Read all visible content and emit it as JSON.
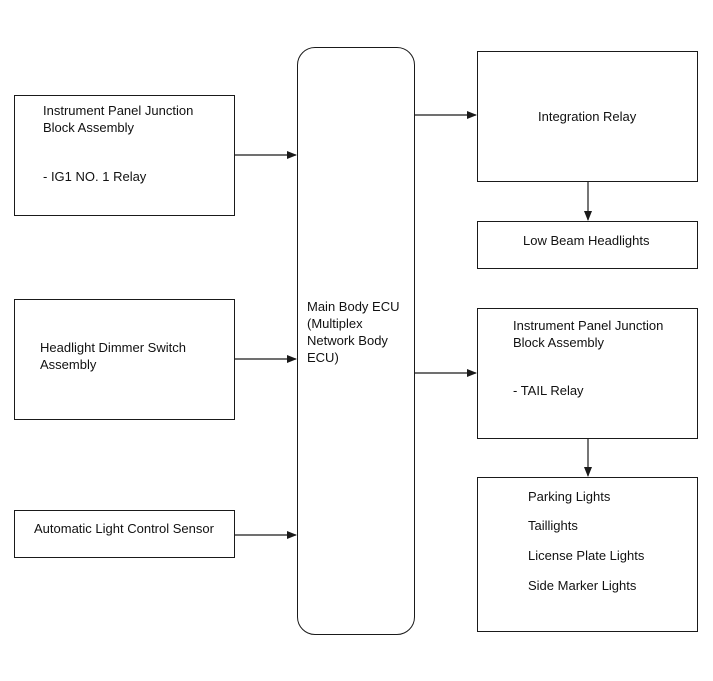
{
  "inputs": {
    "ip_junction_block": {
      "title_line1": "Instrument Panel Junction",
      "title_line2": "Block Assembly",
      "detail": "- IG1 NO. 1 Relay"
    },
    "headlight_dimmer_switch": {
      "line1": "Headlight Dimmer Switch",
      "line2": "Assembly"
    },
    "light_control_sensor": {
      "label": "Automatic Light Control Sensor"
    }
  },
  "ecu": {
    "line1": "Main Body ECU",
    "line2": "(Multiplex",
    "line3": "Network Body",
    "line4": "ECU)"
  },
  "outputs": {
    "integration_relay": {
      "label": "Integration Relay"
    },
    "low_beam_headlights": {
      "label": "Low Beam Headlights"
    },
    "ip_junction_block_tail": {
      "title_line1": "Instrument Panel Junction",
      "title_line2": "Block Assembly",
      "detail": "- TAIL Relay"
    },
    "lights": {
      "items": [
        "Parking Lights",
        "Taillights",
        "License Plate Lights",
        "Side Marker Lights"
      ]
    }
  }
}
